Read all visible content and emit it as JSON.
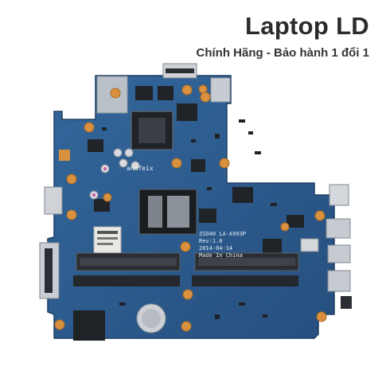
{
  "brand": {
    "title": "Laptop LD",
    "subtitle": "Chính Hãng - Bảo hành 1 đổi 1"
  },
  "board": {
    "model_text": "ZSO40 LA-A993P",
    "rev_text": "Rev:1.0",
    "date_text": "2014-04-14",
    "origin_text": "Made In China",
    "maker_text": "andfeix"
  },
  "colors": {
    "pcb": "#2f5f93",
    "pcb_dark": "#244c78",
    "standoff": "#d9913f",
    "silver": "#c8cdd3",
    "chip": "#2a2d31"
  }
}
